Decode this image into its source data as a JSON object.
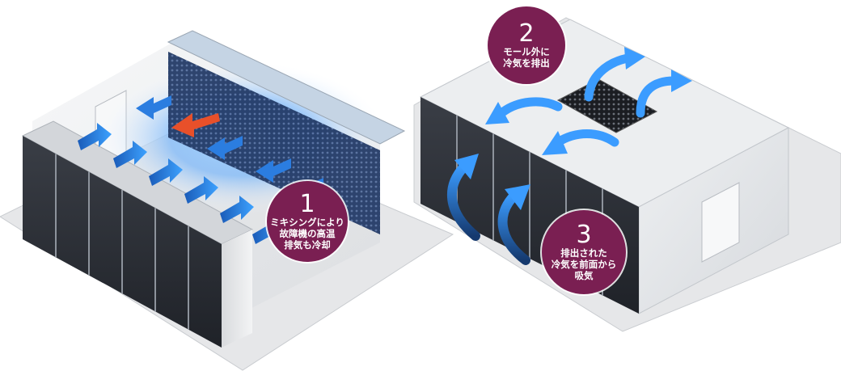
{
  "colors": {
    "badge": "#7a1f52",
    "rack_front": "#2c2f36",
    "floor": "#e6e7e9",
    "hot_arrow": "#e8502a",
    "cool_arrow": "#2f7fd6",
    "glow": "#7fc3ff"
  },
  "steps": [
    {
      "number": "1",
      "text": "ミキシングにより\n故障機の高温\n排気も冷却"
    },
    {
      "number": "2",
      "text": "モール外に\n冷気を排出"
    },
    {
      "number": "3",
      "text": "排出された\n冷気を前面から\n吸気"
    }
  ]
}
